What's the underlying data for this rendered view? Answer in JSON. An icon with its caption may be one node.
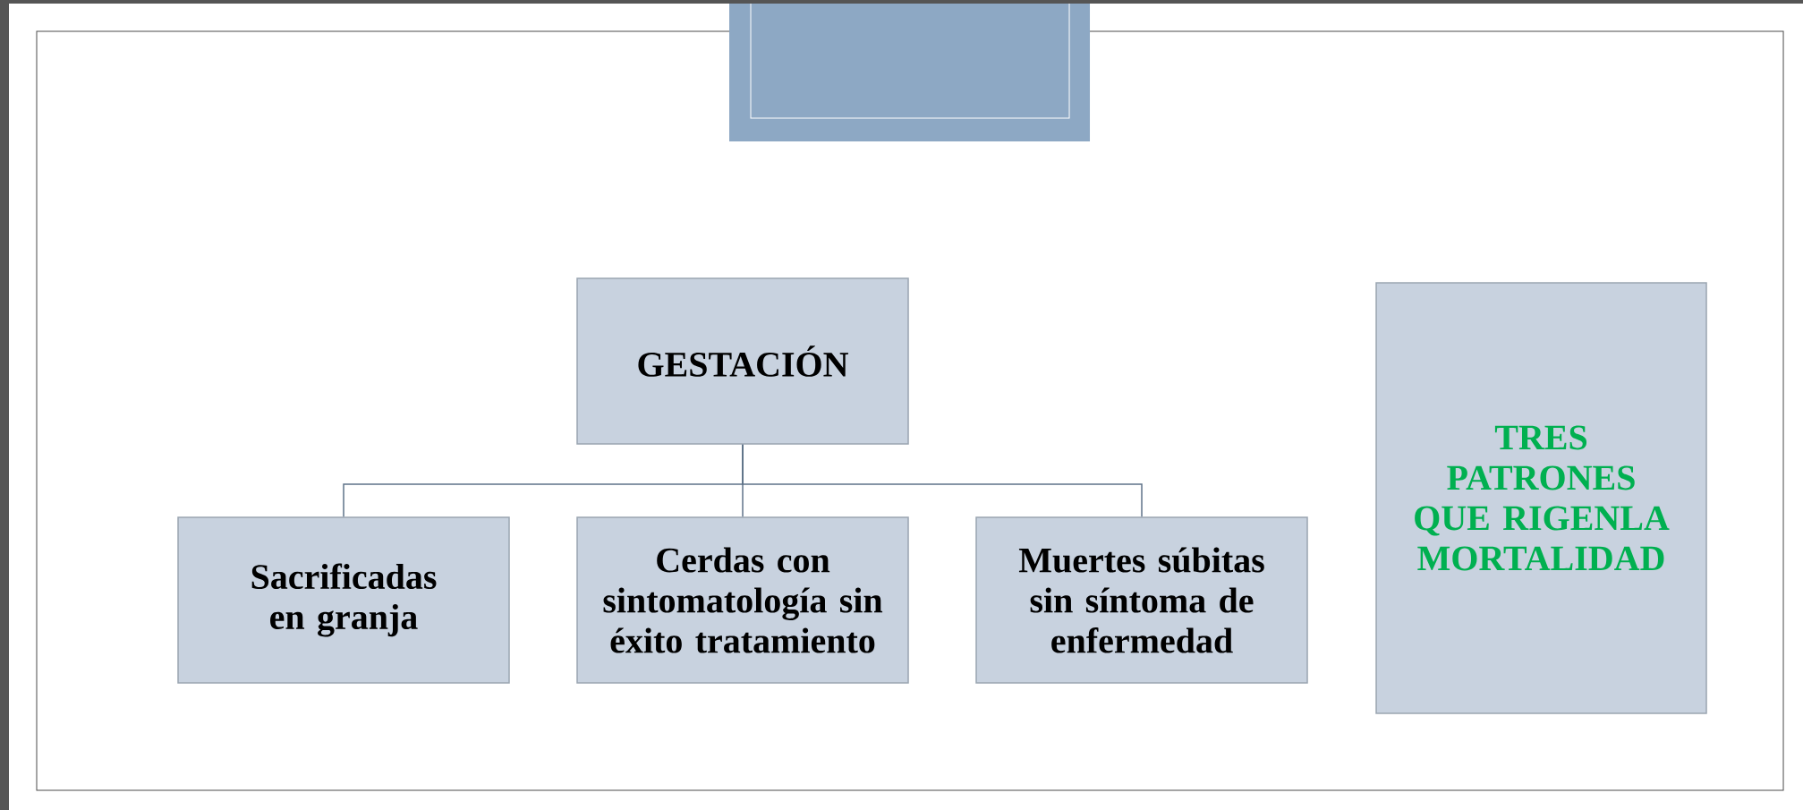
{
  "diagram": {
    "nodes": [
      {
        "text": [
          "GESTACIÓN"
        ]
      },
      {
        "text": [
          "Sacrificadas en granja"
        ]
      },
      {
        "text": [
          "Cerdas con sintomatología sin éxito tratamiento"
        ]
      },
      {
        "text": [
          "Muertes súbitas sin síntoma de enfermedad"
        ]
      },
      {
        "text": [
          "TRES PATRONES QUE RIGENLA MORTALIDAD"
        ]
      }
    ],
    "edges": [
      {
        "from": 0,
        "to": 1,
        "arrow": "none"
      },
      {
        "from": 0,
        "to": 2,
        "arrow": "none"
      },
      {
        "from": 0,
        "to": 3,
        "arrow": "none"
      }
    ]
  }
}
